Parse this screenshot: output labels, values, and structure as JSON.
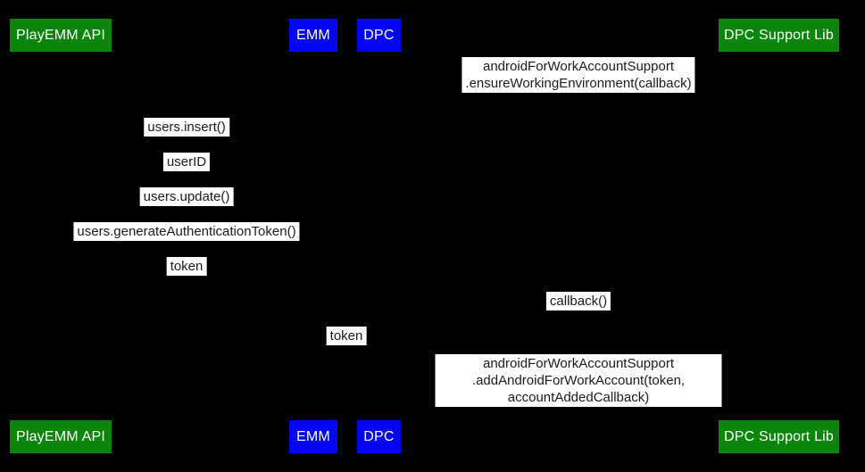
{
  "colors": {
    "background": "#000000",
    "actor_green": "#0a870a",
    "actor_blue": "#0505f8",
    "actor_text": "#ffffff",
    "message_background": "#ffffff",
    "message_text": "#1c1c1c"
  },
  "actors": [
    {
      "label": "PlayEMM API"
    },
    {
      "label": "EMM"
    },
    {
      "label": "DPC"
    },
    {
      "label": "DPC Support Lib"
    }
  ],
  "messages": [
    {
      "label": "androidForWorkAccountSupport\n.ensureWorkingEnvironment(callback)"
    },
    {
      "label": "users.insert()"
    },
    {
      "label": "userID"
    },
    {
      "label": "users.update()"
    },
    {
      "label": "users.generateAuthenticationToken()"
    },
    {
      "label": "token"
    },
    {
      "label": "callback()"
    },
    {
      "label": "token"
    },
    {
      "label": "androidForWorkAccountSupport\n.addAndroidForWorkAccount(token, accountAddedCallback)"
    }
  ]
}
